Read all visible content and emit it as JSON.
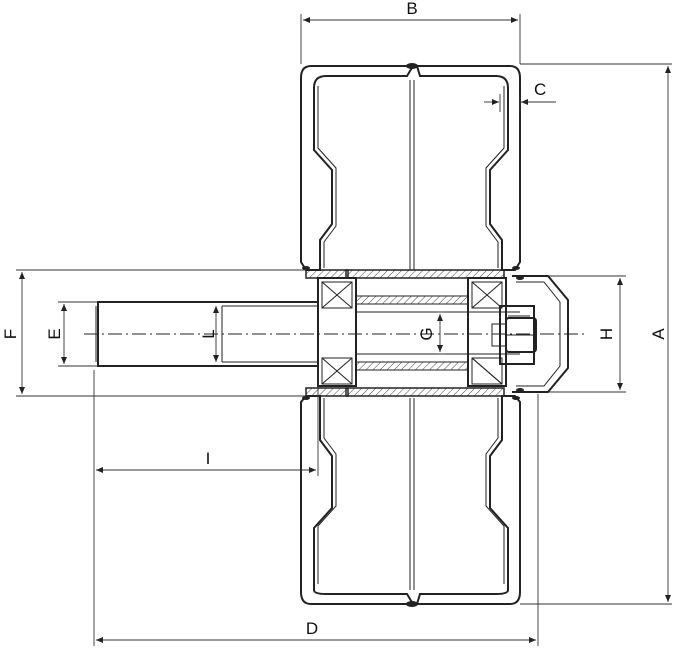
{
  "labels": {
    "A": "A",
    "B": "B",
    "C": "C",
    "D": "D",
    "E": "E",
    "F": "F",
    "G": "G",
    "H": "H",
    "I": "I",
    "L": "L"
  }
}
